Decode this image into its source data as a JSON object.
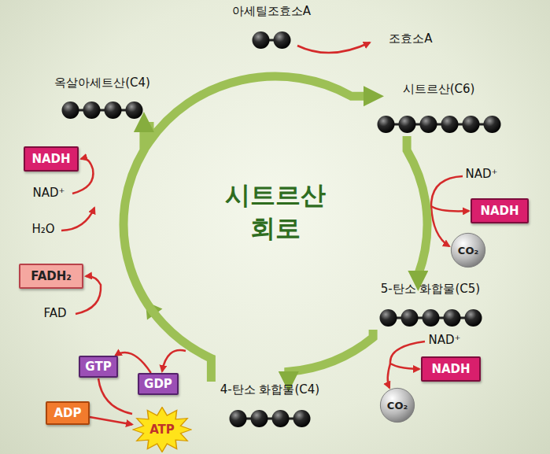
{
  "diagram": {
    "title": "시트르산 회로",
    "nodes": [
      {
        "text": [
          "아세틸조효소A"
        ]
      },
      {
        "text": [
          "옥살아세트산(C4)"
        ]
      },
      {
        "text": [
          "시트르산(C6)"
        ]
      },
      {
        "text": [
          "NADH"
        ]
      },
      {
        "text": [
          "NADH"
        ]
      },
      {
        "text": [
          "CO₂"
        ]
      },
      {
        "text": [
          "FADH₂"
        ]
      },
      {
        "text": [
          "5-탄소 화합물(C5)"
        ]
      },
      {
        "text": [
          "GTP"
        ]
      },
      {
        "text": [
          "NADH"
        ]
      },
      {
        "text": [
          "GDP"
        ]
      },
      {
        "text": [
          "4-탄소 화합물(C4)"
        ]
      },
      {
        "text": [
          "CO₂"
        ]
      },
      {
        "text": [
          "ADP"
        ]
      },
      {
        "text": [
          "ATP"
        ]
      }
    ],
    "edges": [
      {
        "from": 1,
        "to": 2,
        "arrow": "to"
      },
      {
        "from": 2,
        "to": 7,
        "arrow": "to"
      },
      {
        "from": 7,
        "to": 11,
        "arrow": "to"
      },
      {
        "from": 11,
        "to": 1,
        "arrow": "to"
      },
      {
        "from": 10,
        "to": 8,
        "arrow": "to"
      },
      {
        "from": 13,
        "to": 14,
        "arrow": "to"
      }
    ],
    "labels": [
      "조효소A",
      "NAD⁺",
      "NAD⁺",
      "H₂O",
      "FAD",
      "NAD⁺"
    ]
  }
}
